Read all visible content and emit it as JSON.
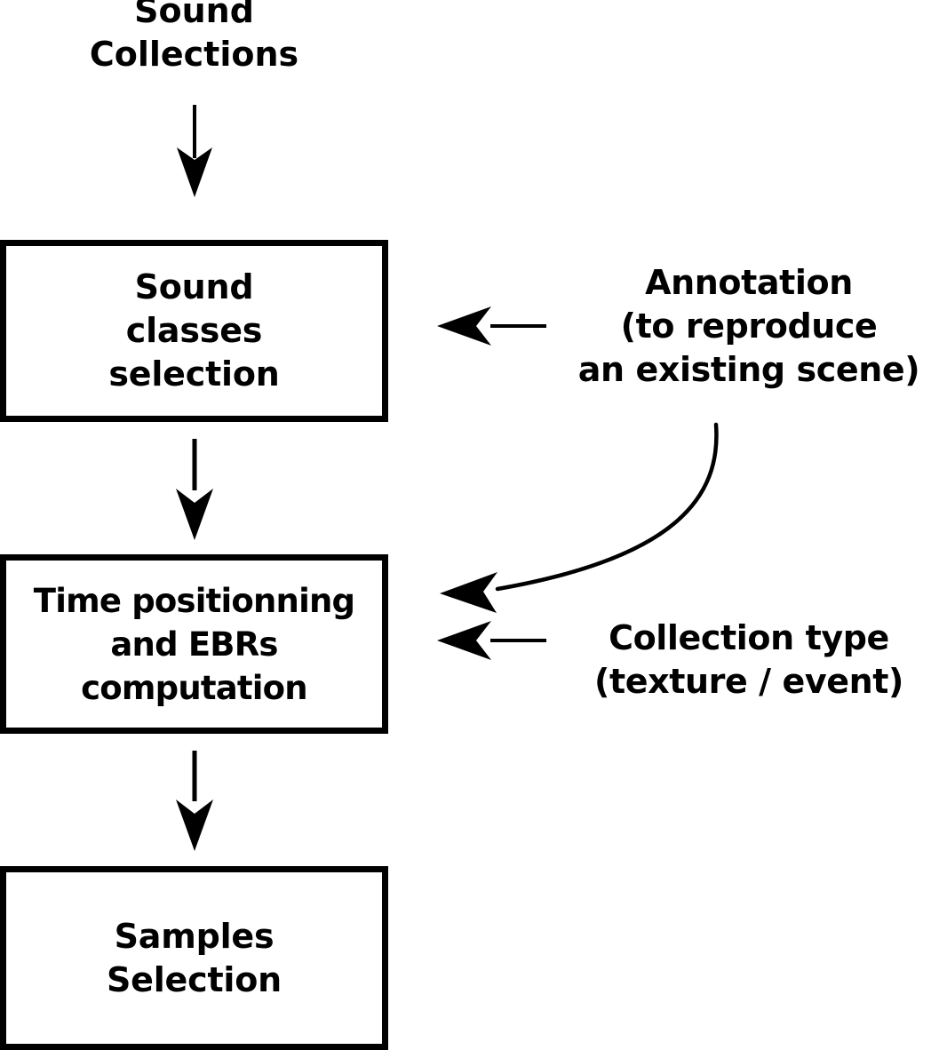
{
  "diagram": {
    "title": "Sound\nCollections",
    "background_color": "#ffffff",
    "stroke_color": "#000000",
    "nodes": [
      {
        "id": "sound-classes-selection",
        "label": "Sound\nclasses\nselection"
      },
      {
        "id": "time-positionning-ebrs",
        "label": "Time positionning\nand EBRs\ncomputation"
      },
      {
        "id": "samples-selection",
        "label": "Samples\nSelection"
      }
    ],
    "side_labels": [
      {
        "id": "annotation",
        "label": "Annotation\n(to reproduce\nan existing scene)"
      },
      {
        "id": "collection-type",
        "label": "Collection type\n(texture / event)"
      }
    ],
    "connectors": [
      {
        "id": "title-to-box1",
        "kind": "arrow-down"
      },
      {
        "id": "box1-to-box2",
        "kind": "arrow-down"
      },
      {
        "id": "box2-to-box3",
        "kind": "arrow-down"
      },
      {
        "id": "annotation-to-box1",
        "kind": "arrow-left-straight"
      },
      {
        "id": "annotation-to-box2",
        "kind": "arrow-left-curved"
      },
      {
        "id": "collection-type-to-box2",
        "kind": "arrow-left-straight"
      }
    ]
  }
}
